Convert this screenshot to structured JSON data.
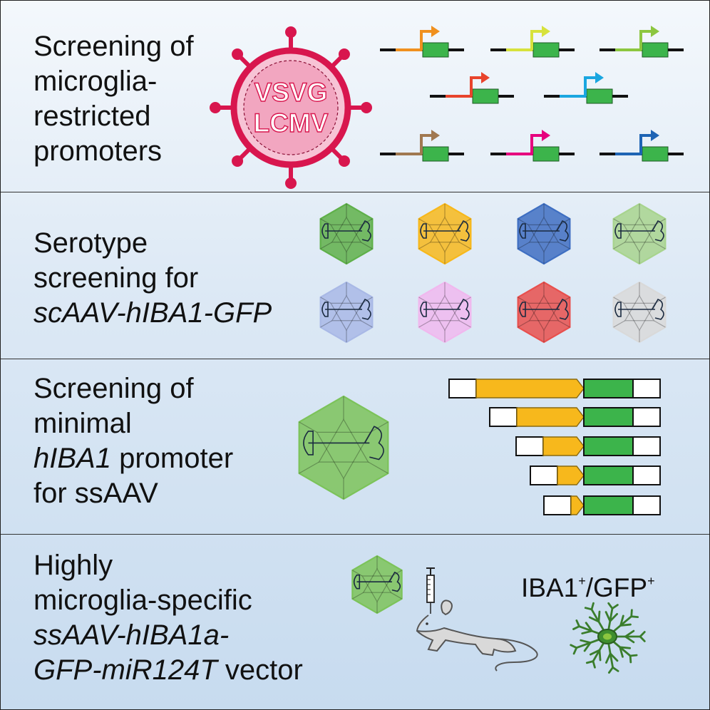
{
  "panels": [
    {
      "lines": [
        "Screening of",
        "microglia-",
        "restricted",
        "promoters"
      ]
    },
    {
      "lines": [
        "Serotype",
        "screening for",
        "scAAV-hIBA1-GFP"
      ]
    },
    {
      "lines": [
        "Screening of",
        "minimal",
        "hIBA1",
        " promoter",
        "for ssAAV"
      ]
    },
    {
      "lines": [
        "Highly",
        "microglia-specific",
        "ssAAV-hIBA1a-",
        "GFP-miR124T",
        " vector"
      ]
    }
  ],
  "virus": {
    "line1": "VSVG",
    "line2": "LCMV",
    "color": "#d8164e",
    "fill": "#f2a6c0"
  },
  "promoter_colors": [
    "#f0901e",
    "#d7e23c",
    "#8cc63f",
    "#e8442c",
    "#1aa6e0",
    "#a07850",
    "#e6007e",
    "#1e64b4"
  ],
  "serotype_colors": [
    "#5fb04a",
    "#f7b81c",
    "#3f6fc2",
    "#a8d48e",
    "#a9b9e6",
    "#f0b8ee",
    "#e8504e",
    "#d9d9d9"
  ],
  "gfp_color": "#3cb44b",
  "promoter_fill": "#f7b81c",
  "result_label": {
    "main": "IBA1",
    "sup1": "+",
    "sep": "/GFP",
    "sup2": "+"
  }
}
